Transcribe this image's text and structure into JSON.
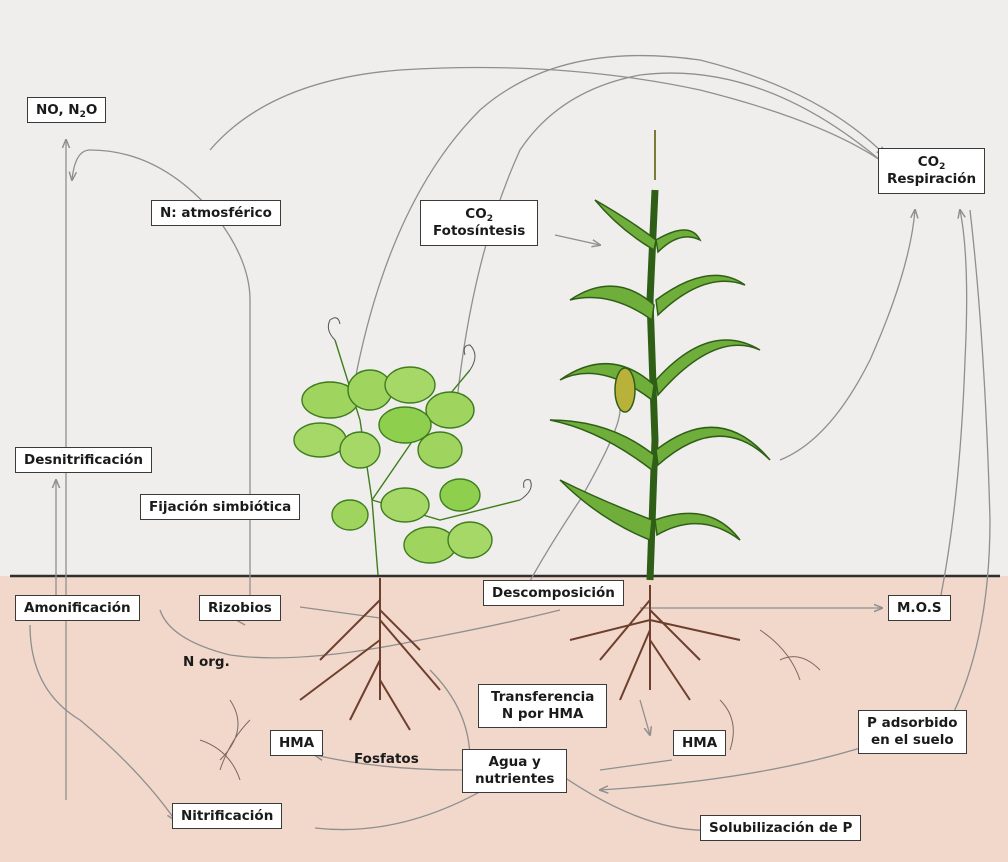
{
  "colors": {
    "sky": "#efeeec",
    "soil": "#f2d7cb",
    "soil_line": "#2f2f2f",
    "arrow": "#8f8f8f",
    "leaf": "#8fcf4e",
    "leaf_dark": "#3f7d1f",
    "root": "#6e3f2c"
  },
  "labels": {
    "no_n2o": {
      "main": "NO, N",
      "sub": "2",
      "tail": "O"
    },
    "n_atmosferico": "N: atmosférico",
    "co2_fotosintesis": {
      "co": "CO",
      "sub": "2",
      "text": "Fotosíntesis"
    },
    "co2_respiracion": {
      "co": "CO",
      "sub": "2",
      "text": "Respiración"
    },
    "desnitrificacion": "Desnitrificación",
    "fijacion_simbiotica": "Fijación simbiótica",
    "amonificacion": "Amonificación",
    "rizobios": "Rizobios",
    "descomposicion": "Descomposición",
    "mos": "M.O.S",
    "n_org": "N org.",
    "transferencia_line1": "Transferencia",
    "transferencia_line2": "N por HMA",
    "hma_left": "HMA",
    "hma_right": "HMA",
    "fosfatos": "Fosfatos",
    "agua_line1": "Agua y",
    "agua_line2": "nutrientes",
    "p_adsorbido_line1": "P adsorbido",
    "p_adsorbido_line2": "en el suelo",
    "nitrificacion": "Nitrificación",
    "solubilizacion": "Solubilización de P"
  }
}
